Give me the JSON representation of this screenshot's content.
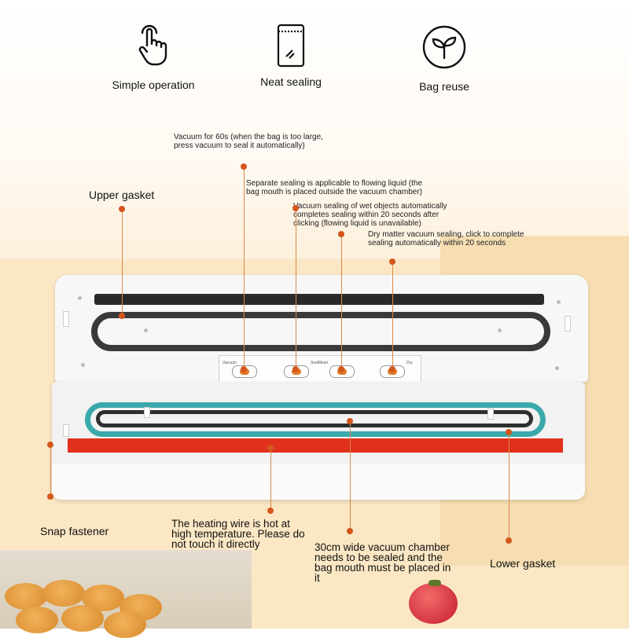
{
  "features": [
    {
      "icon": "hand-tap-icon",
      "label": "Simple operation"
    },
    {
      "icon": "sealed-bag-icon",
      "label": "Neat sealing"
    },
    {
      "icon": "sprout-icon",
      "label": "Bag reuse"
    }
  ],
  "callouts": {
    "vacuum_60s": "Vacuum for 60s (when the bag is too large, press vacuum to seal it automatically)",
    "separate_sealing": "Separate sealing is applicable to flowing liquid (the bag mouth is placed outside the vacuum chamber)",
    "wet_sealing": "Vacuum sealing of wet objects automatically completes sealing within 20 seconds after clicking (flowing liquid is unavailable)",
    "dry_sealing": "Dry matter vacuum sealing, click to complete sealing automatically within 20 seconds",
    "upper_gasket": "Upper gasket",
    "snap_fastener": "Snap fastener",
    "heating_wire": "The heating wire is hot at high temperature. Please do not touch it directly",
    "chamber": "30cm wide vacuum chamber needs to be sealed and the bag mouth must be placed in it",
    "lower_gasket": "Lower gasket"
  },
  "panel_buttons": [
    "Vacuum",
    "Seal",
    "Moist",
    "Dry"
  ],
  "colors": {
    "accent": "#d4561d",
    "gasket_teal": "#3aa9ac",
    "heating_wire": "#e1301c",
    "background": "#fbe7c4"
  }
}
